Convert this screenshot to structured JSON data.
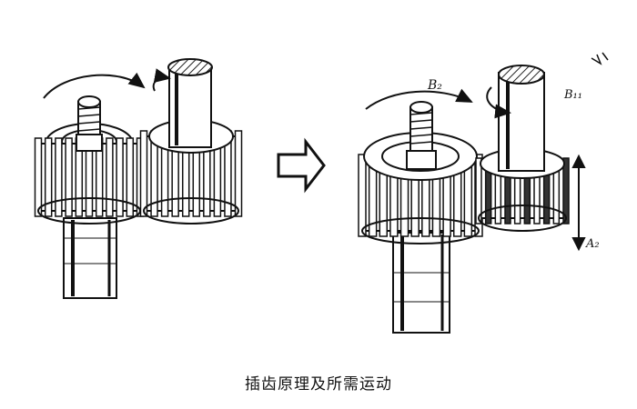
{
  "labels": {
    "b2": "B₂",
    "b11": "B₁₁",
    "a2": "A₂"
  },
  "caption": "插齿原理及所需运动"
}
